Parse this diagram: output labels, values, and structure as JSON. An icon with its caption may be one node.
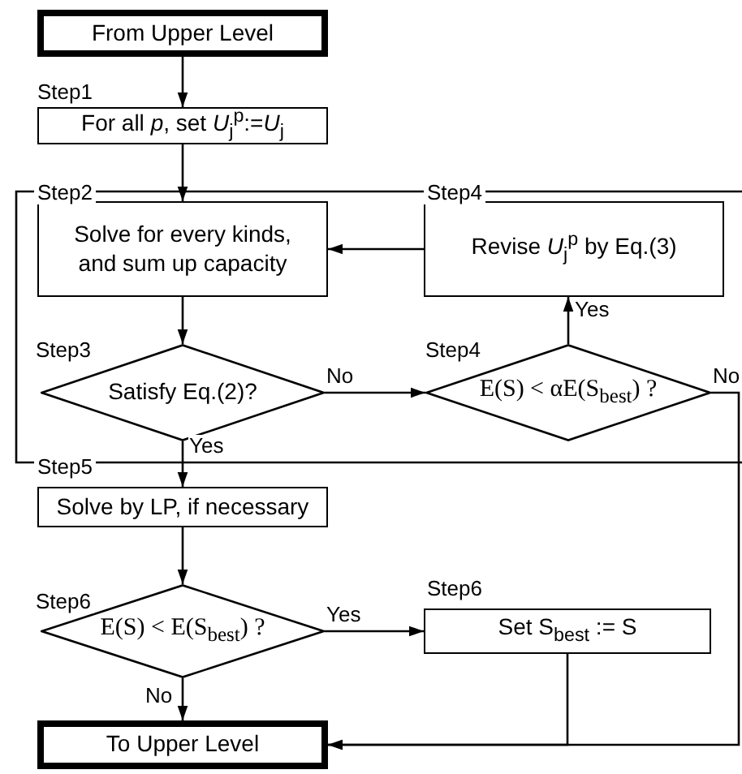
{
  "diagram": {
    "nodes": [
      {
        "text": [
          "From Upper Level"
        ]
      },
      {
        "text": [
          "For all *p*, set *U*$_{j}$$^{p}$:=*U*$_{j}$"
        ],
        "beside": [
          "Step1"
        ]
      },
      {
        "text": [
          "Solve for every kinds, and sum up capacity"
        ],
        "beside": [
          "Step2"
        ]
      },
      {
        "text": [
          "Revise *U*$_{j}$$^{p}$ by Eq.(3)"
        ],
        "beside": [
          "Step4"
        ]
      },
      {
        "text": [
          "Satisfy Eq.(2)?"
        ],
        "beside": [
          "Step3"
        ]
      },
      {
        "text": [
          "E(S) < αE(S$_{best}$) ?"
        ],
        "beside": [
          "Step4"
        ]
      },
      {
        "text": [
          "Solve by LP, if necessary"
        ],
        "beside": [
          "Step5"
        ]
      },
      {
        "text": [
          "E(S) < E(S$_{best}$) ?"
        ],
        "beside": [
          "Step6"
        ]
      },
      {
        "text": [
          "Set S$_{best}$ := S"
        ],
        "beside": [
          "Step6"
        ]
      },
      {
        "text": [
          "To Upper Level"
        ]
      }
    ],
    "edges": [
      {
        "from": 0,
        "to": 1,
        "arrow": "to"
      },
      {
        "from": 1,
        "to": 2,
        "arrow": "to"
      },
      {
        "from": 2,
        "to": 4,
        "arrow": "to"
      },
      {
        "from": 4,
        "to": 5,
        "arrow": "to",
        "label": "No"
      },
      {
        "from": 5,
        "to": 3,
        "arrow": "to",
        "label": "Yes"
      },
      {
        "from": 3,
        "to": 2,
        "arrow": "to"
      },
      {
        "from": 4,
        "to": 6,
        "arrow": "to",
        "label": "Yes"
      },
      {
        "from": 6,
        "to": 7,
        "arrow": "to"
      },
      {
        "from": 7,
        "to": 8,
        "arrow": "to",
        "label": "Yes"
      },
      {
        "from": 7,
        "to": 9,
        "arrow": "to",
        "label": "No"
      },
      {
        "from": 8,
        "to": 9,
        "arrow": "to"
      },
      {
        "from": 5,
        "to": 9,
        "arrow": "to",
        "label": "No"
      }
    ]
  }
}
